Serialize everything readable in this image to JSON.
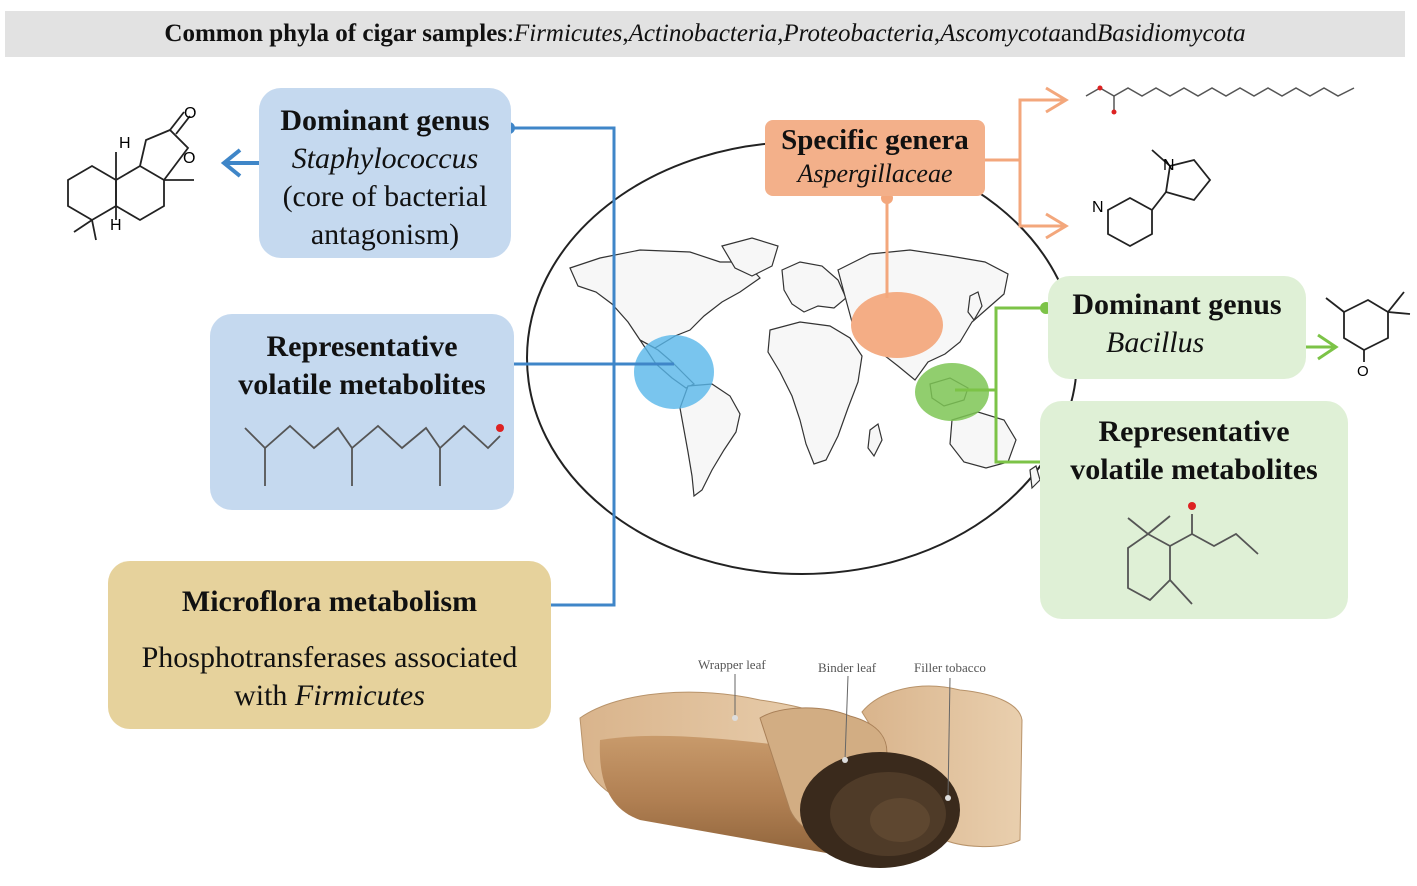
{
  "header": {
    "lead": "Common phyla of cigar samples",
    "sep": ": ",
    "phyla": [
      "Firmicutes",
      "Actinobacteria",
      "Proteobacteria",
      "Ascomycota",
      "Basidiomycota"
    ],
    "comma": ", ",
    "and": " and "
  },
  "staph_box": {
    "title": "Dominant genus",
    "genus": "Staphylococcus",
    "note_line1": "(core of bacterial",
    "note_line2": "antagonism)"
  },
  "volatile_left": {
    "line1": "Representative",
    "line2": "volatile metabolites"
  },
  "microflora": {
    "title": "Microflora metabolism",
    "line1": "Phosphotransferases associated",
    "line2_prefix": "with ",
    "line2_ital": "Firmicutes"
  },
  "specific_genera": {
    "title": "Specific genera",
    "genus": "Aspergillaceae"
  },
  "bacillus_box": {
    "title": "Dominant genus",
    "genus": "Bacillus"
  },
  "volatile_right": {
    "line1": "Representative",
    "line2": "volatile metabolites"
  },
  "cigar": {
    "wrapper": "Wrapper leaf",
    "binder": "Binder leaf",
    "filler": "Filler tobacco"
  },
  "atoms": {
    "O": "O",
    "H": "H",
    "N": "N"
  },
  "colors": {
    "blue_line": "#3f86c8",
    "green_line": "#7cc347",
    "orange_line": "#f3a77c",
    "blue_spot": "#58b7ea",
    "green_spot": "#7ec555",
    "orange_spot": "#f4ad85"
  }
}
